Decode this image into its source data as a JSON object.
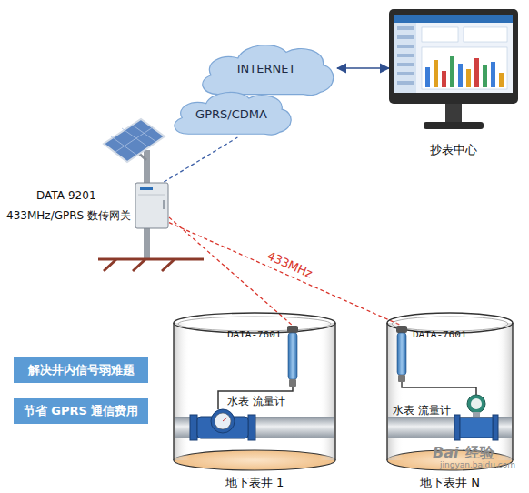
{
  "diagram": {
    "nodes": [
      {
        "text": [
          "INTERNET"
        ]
      },
      {
        "text": [
          "GPRS/CDMA"
        ]
      },
      {
        "text": [
          "抄表中心"
        ]
      },
      {
        "text": [
          "DATA-9201",
          "433MHz/GPRS 数传网关"
        ]
      },
      {
        "text": [
          "解决井内信号弱难题"
        ]
      },
      {
        "text": [
          "节省 GPRS 通信费用"
        ]
      },
      {
        "text": [
          "地下表井 1"
        ]
      },
      {
        "text": [
          "DATA-7601"
        ],
        "in": 6
      },
      {
        "text": [
          "水表 流量计"
        ],
        "in": 6
      },
      {
        "text": [
          "地下表井 N"
        ]
      },
      {
        "text": [
          "DATA-7601"
        ],
        "in": 9
      },
      {
        "text": [
          "水表 流量计"
        ],
        "in": 9
      }
    ],
    "edges": [
      {
        "from": 0,
        "to": 2,
        "arrow": "both"
      },
      {
        "from": 3,
        "to": 1,
        "arrow": "none"
      },
      {
        "from": 3,
        "to": 7,
        "arrow": "none"
      },
      {
        "from": 3,
        "to": 10,
        "arrow": "none",
        "label": "433MHz"
      },
      {
        "from": 7,
        "to": 8,
        "arrow": "none"
      },
      {
        "from": 10,
        "to": 11,
        "arrow": "none"
      }
    ],
    "labels": [
      "Bai",
      "经验",
      "jingyan.baidu.com"
    ]
  }
}
